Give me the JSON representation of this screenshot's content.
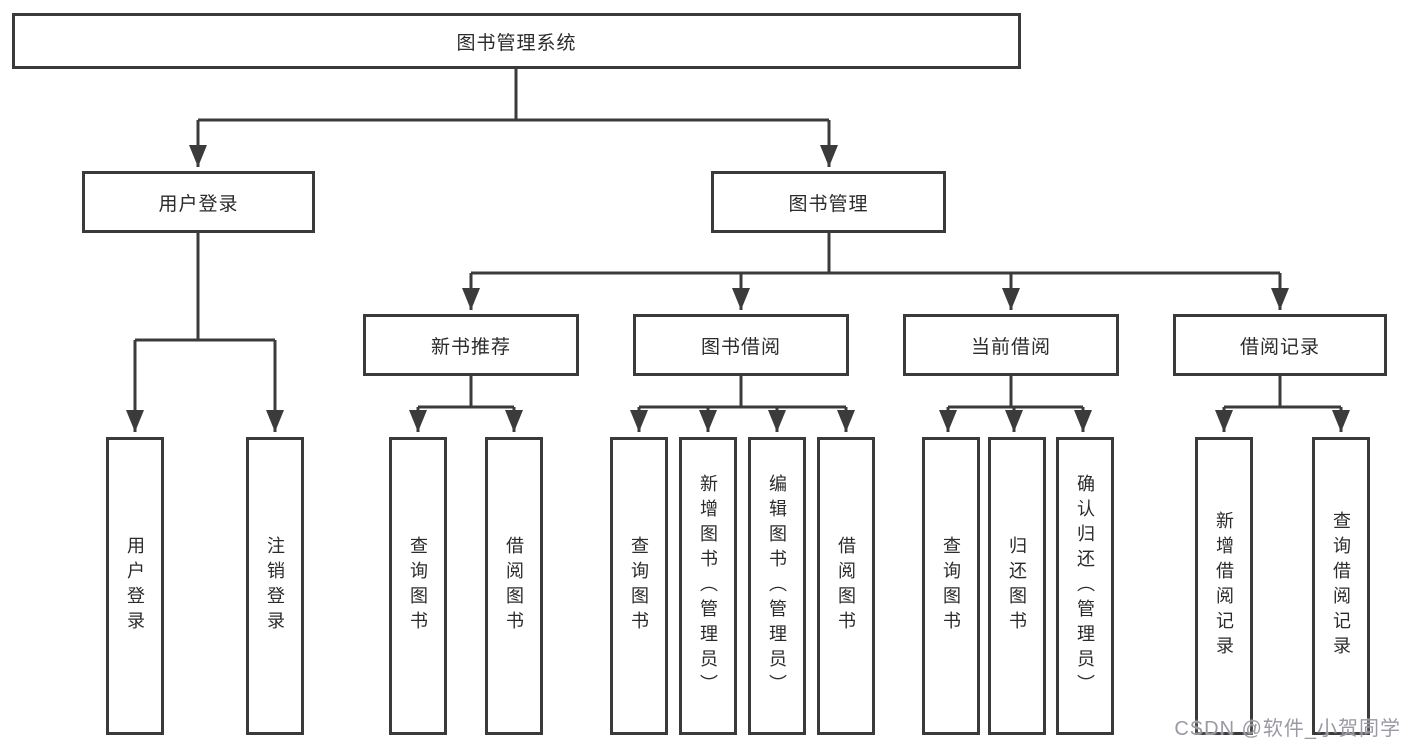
{
  "diagram_title": "图书管理系统",
  "tree": {
    "root": {
      "label": "图书管理系统"
    },
    "branches": [
      {
        "label": "用户登录",
        "children": [
          {
            "label": "用户登录"
          },
          {
            "label": "注销登录"
          }
        ]
      },
      {
        "label": "图书管理",
        "children": [
          {
            "label": "新书推荐",
            "children": [
              {
                "label": "查询图书"
              },
              {
                "label": "借阅图书"
              }
            ]
          },
          {
            "label": "图书借阅",
            "children": [
              {
                "label": "查询图书"
              },
              {
                "label": "新增图书（管理员）"
              },
              {
                "label": "编辑图书（管理员）"
              },
              {
                "label": "借阅图书"
              }
            ]
          },
          {
            "label": "当前借阅",
            "children": [
              {
                "label": "查询图书"
              },
              {
                "label": "归还图书"
              },
              {
                "label": "确认归还（管理员）"
              }
            ]
          },
          {
            "label": "借阅记录",
            "children": [
              {
                "label": "新增借阅记录"
              },
              {
                "label": "查询借阅记录"
              }
            ]
          }
        ]
      }
    ]
  },
  "watermark": {
    "text": "CSDN @软件_小贺同学",
    "color": "#9b99a3"
  },
  "colors": {
    "background": "#ffffff",
    "line": "#3b3b3b",
    "box_border": "#3a3a3a",
    "text": "#2b2b2b"
  }
}
